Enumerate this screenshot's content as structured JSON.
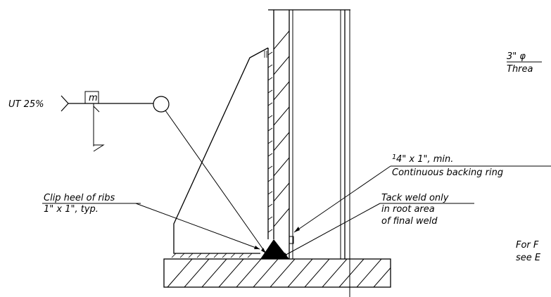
{
  "weld_symbol": {
    "tail_note": "UT 25%",
    "box_label": "m"
  },
  "notes": {
    "clip_heel": {
      "line1": "Clip heel of ribs",
      "line2": "1\" x 1\", typ."
    },
    "backing_ring": {
      "fraction_numerator": "1",
      "size_text": "4\" x 1\", min.",
      "line2": "Continuous backing ring"
    },
    "tack_weld": {
      "line1": "Tack weld only",
      "line2": "in root area",
      "line3": "of final weld"
    },
    "rod_note": {
      "line1": "3\" φ",
      "line2": "Threa"
    },
    "reference_note": {
      "line1": "For F",
      "line2": "see E"
    }
  }
}
